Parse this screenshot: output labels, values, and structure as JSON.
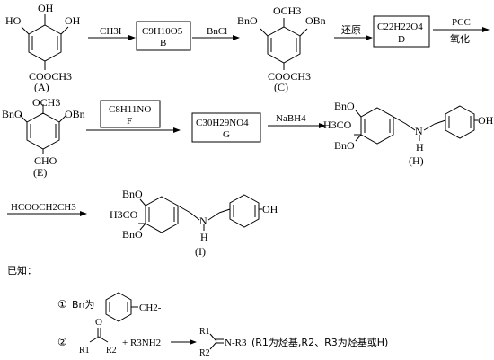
{
  "row1": {
    "arrow1": {
      "reagent": "CH3I"
    },
    "box_B": {
      "formula": "C9H10O5",
      "label": "B"
    },
    "arrow2": {
      "reagent": "BnCl"
    },
    "compound_A": {
      "oh_left": "HO",
      "oh_mid": "OH",
      "oh_right": "OH",
      "ester": "COOCH3",
      "label": "(A)"
    },
    "compound_C": {
      "bno_left": "BnO",
      "och3": "OCH3",
      "obn_right": "OBn",
      "ester": "COOCH3",
      "label": "(C)"
    },
    "arrow3": {
      "reagent": "还原"
    },
    "box_D": {
      "formula": "C22H22O4",
      "label": "D"
    },
    "arrow4": {
      "reagent_top": "PCC",
      "reagent_bottom": "氧化"
    }
  },
  "row2": {
    "compound_E": {
      "bno_left": "BnO",
      "och3": "OCH3",
      "obn_right": "OBn",
      "aldehyde": "CHO",
      "label": "(E)"
    },
    "box_F": {
      "formula": "C8H11NO",
      "label": "F"
    },
    "box_G": {
      "formula": "C30H29NO4",
      "label": "G"
    },
    "arrow_nabh4": {
      "reagent": "NaBH4"
    },
    "compound_H": {
      "bno_top": "BnO",
      "h3co": "H3CO",
      "bno_bottom": "BnO",
      "n": "N",
      "nh": "H",
      "oh": "OH",
      "label": "(H)"
    }
  },
  "row3": {
    "arrow_formate": {
      "reagent": "HCOOCH2CH3"
    },
    "compound_I": {
      "bno_top": "BnO",
      "h3co": "H3CO",
      "bno_bottom": "BnO",
      "n": "N",
      "nh": "H",
      "oh": "OH",
      "label": "(I)"
    }
  },
  "notes": {
    "heading": "已知：",
    "note1": {
      "marker": "①",
      "text": "Bn为",
      "ch2": "CH2-"
    },
    "note2": {
      "marker": "②",
      "o": "O",
      "r1": "R1",
      "r2": "R2",
      "plus_amine": "+ R3NH2",
      "prod_r1": "R1",
      "prod_r2": "R2",
      "prod_n": "N-R3",
      "condition": "(R1为烃基,R2、R3为烃基或H)"
    }
  }
}
